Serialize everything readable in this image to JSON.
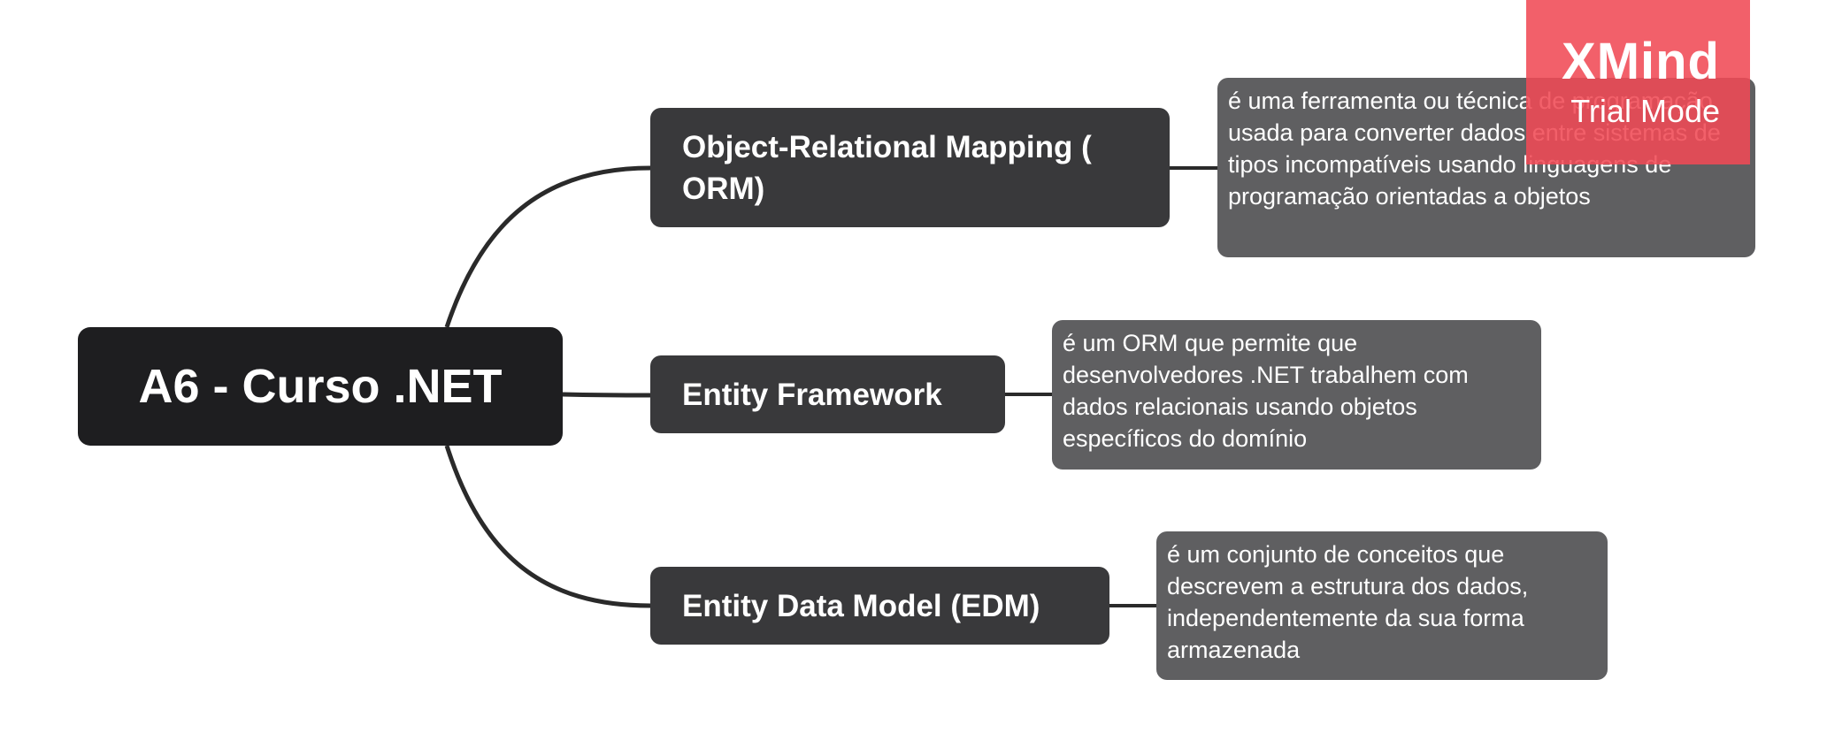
{
  "central": {
    "label": "A6 - Curso .NET"
  },
  "topics": [
    {
      "label": "Object-Relational Mapping ( ORM)",
      "description": "é uma ferramenta ou técnica de programação usada para converter dados entre sistemas de tipos incompatíveis usando linguagens de programação orientadas a objetos"
    },
    {
      "label": "Entity Framework",
      "description": "é um ORM que permite que desenvolvedores .NET trabalhem com dados relacionais usando objetos específicos do domínio"
    },
    {
      "label": "Entity Data Model (EDM)",
      "description": "é um conjunto de conceitos que descrevem a estrutura dos dados, independentemente da sua forma armazenada"
    }
  ],
  "watermark": {
    "brand": "XMind",
    "mode": "Trial Mode"
  },
  "colors": {
    "central": "#1e1e20",
    "topic": "#39393b",
    "description": "#5f5f61",
    "connector": "#2a2a2a",
    "watermark": "#f04a55"
  }
}
